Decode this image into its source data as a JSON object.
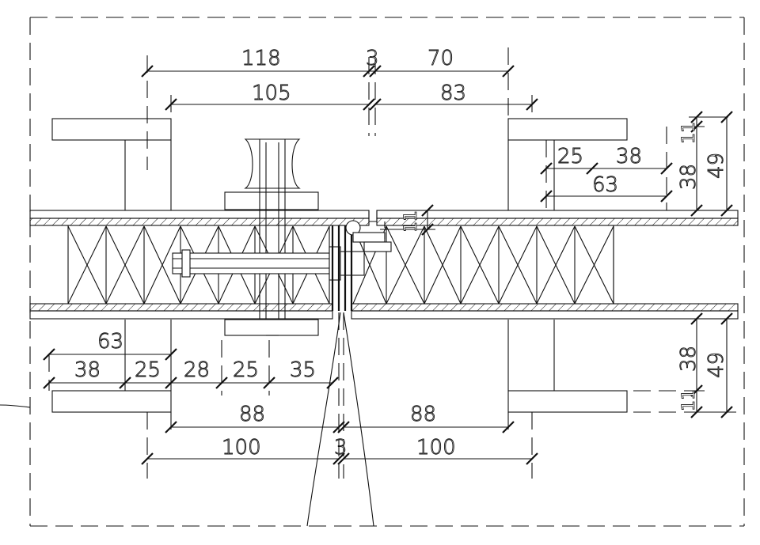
{
  "title": "",
  "dimensions": {
    "top_row1_left": "118",
    "top_row1_mid": "3",
    "top_row1_right": "70",
    "top_row2_left": "105",
    "top_row2_right": "83",
    "right_upper_a": "25",
    "right_upper_b": "38",
    "right_upper_total": "63",
    "right_vert_upper_11": "11",
    "right_vert_upper_38": "38",
    "right_vert_upper_49": "49",
    "joint_gap_11": "11",
    "left_lower_total": "63",
    "left_lower_a": "38",
    "left_lower_b": "25",
    "left_lower_c": "28",
    "left_lower_d": "25",
    "left_lower_e": "35",
    "bottom_row1_left": "88",
    "bottom_row1_right": "88",
    "bottom_row2_left": "100",
    "bottom_row2_mid": "3",
    "bottom_row2_right": "100",
    "right_vert_lower_38": "38",
    "right_vert_lower_49": "49",
    "right_vert_lower_11": "11"
  }
}
